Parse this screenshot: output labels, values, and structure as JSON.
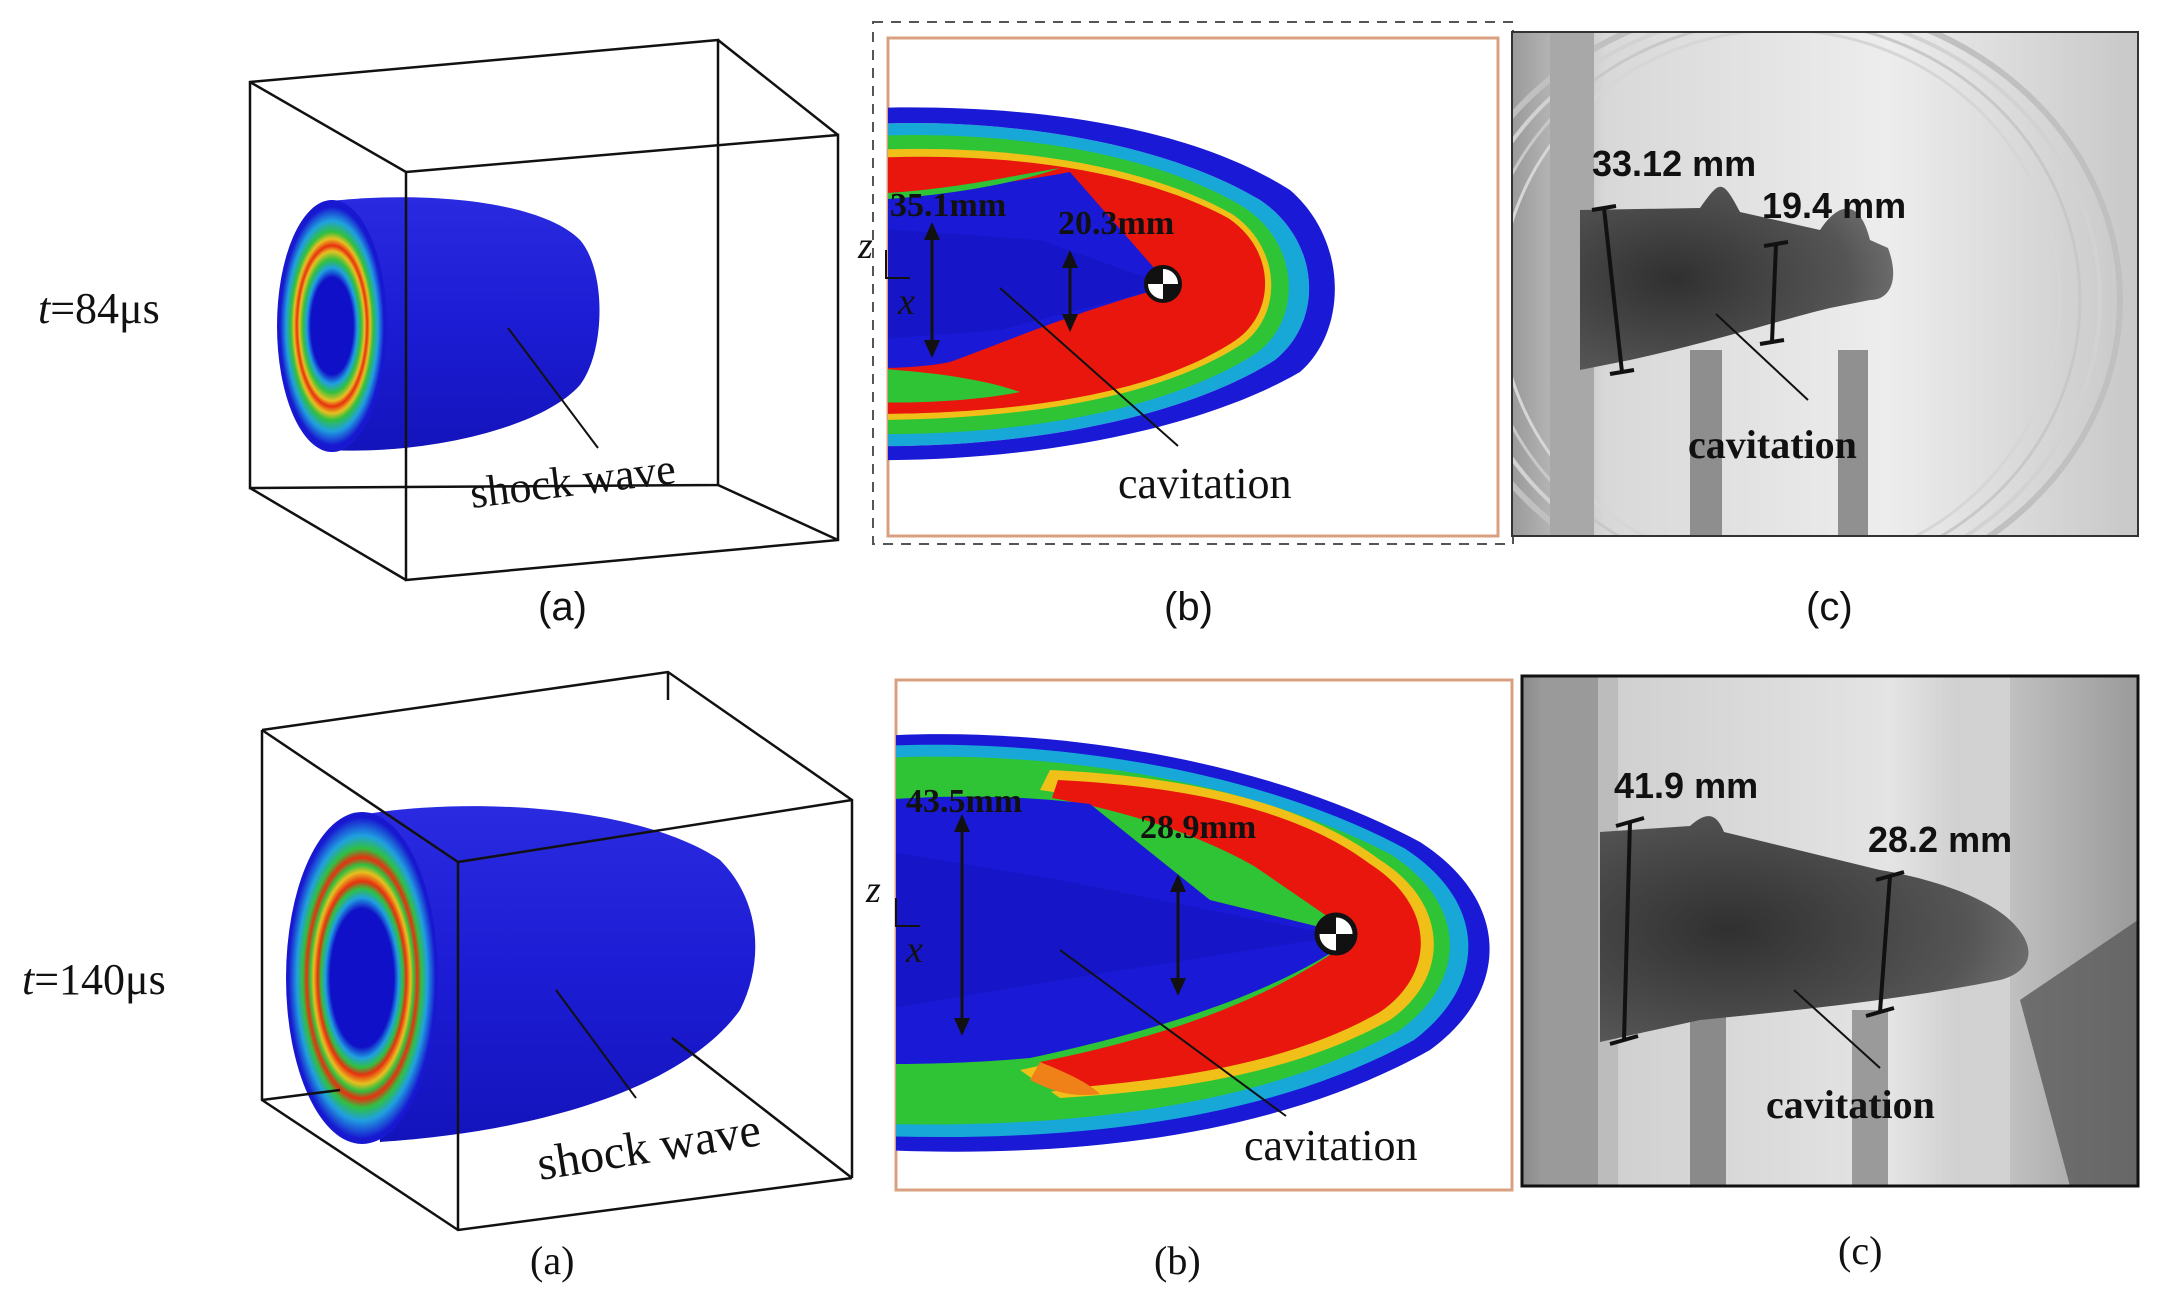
{
  "rows": [
    {
      "time_prefix": "t",
      "time_value": "=84μs",
      "panel_a": {
        "label": "shock wave",
        "caption": "(a)"
      },
      "panel_b": {
        "d1": "35.1mm",
        "d2": "20.3mm",
        "axis_z": "z",
        "axis_x": "x",
        "label": "cavitation",
        "caption": "(b)"
      },
      "panel_c": {
        "d1": "33.12 mm",
        "d2": "19.4 mm",
        "label": "cavitation",
        "caption": "(c)"
      }
    },
    {
      "time_prefix": "t",
      "time_value": "=140μs",
      "panel_a": {
        "label": "shock wave",
        "caption": "(a)"
      },
      "panel_b": {
        "d1": "43.5mm",
        "d2": "28.9mm",
        "axis_z": "z",
        "axis_x": "x",
        "label": "cavitation",
        "caption": "(b)"
      },
      "panel_c": {
        "d1": "41.9 mm",
        "d2": "28.2 mm",
        "label": "cavitation",
        "caption": "(c)"
      }
    }
  ],
  "colors": {
    "contour_blue": "#1a1ad6",
    "contour_red": "#e8160c",
    "contour_green": "#2ec436",
    "contour_cyan": "#18a8d8",
    "contour_yellow": "#f0c018",
    "frame_border": "#d8a080",
    "photo_bg": "#e6e6e6",
    "photo_dark": "#2a2a2a"
  }
}
